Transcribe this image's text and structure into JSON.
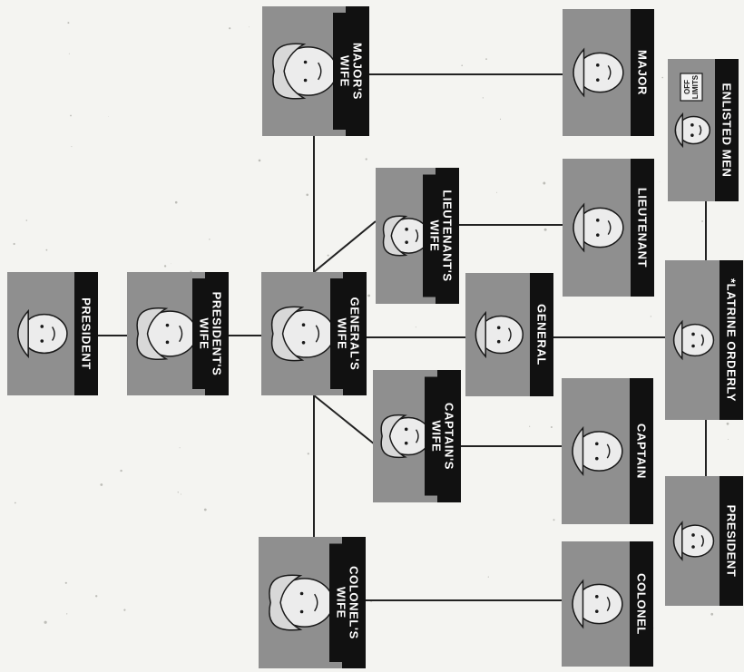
{
  "boxes": [
    {
      "id": "president-top",
      "lines": [
        "PRESIDENT"
      ]
    },
    {
      "id": "presidents-wife",
      "lines": [
        "PRESIDENT'S",
        "WIFE"
      ]
    },
    {
      "id": "generals-wife",
      "lines": [
        "GENERAL'S",
        "WIFE"
      ]
    },
    {
      "id": "majors-wife",
      "lines": [
        "MAJOR'S",
        "WIFE"
      ]
    },
    {
      "id": "lieutenants-wife",
      "lines": [
        "LIEUTENANT'S",
        "WIFE"
      ]
    },
    {
      "id": "captains-wife",
      "lines": [
        "CAPTAIN'S",
        "WIFE"
      ]
    },
    {
      "id": "colonels-wife",
      "lines": [
        "COLONEL'S",
        "WIFE"
      ]
    },
    {
      "id": "general",
      "lines": [
        "GENERAL"
      ]
    },
    {
      "id": "major",
      "lines": [
        "MAJOR"
      ]
    },
    {
      "id": "lieutenant",
      "lines": [
        "LIEUTENANT"
      ]
    },
    {
      "id": "captain",
      "lines": [
        "CAPTAIN"
      ]
    },
    {
      "id": "colonel",
      "lines": [
        "COLONEL"
      ]
    },
    {
      "id": "enlisted-men",
      "lines": [
        "ENLISTED MEN"
      ],
      "sign": [
        "OFF",
        "LIMITS"
      ]
    },
    {
      "id": "latrine-orderly",
      "lines": [
        "*LATRINE ORDERLY"
      ]
    },
    {
      "id": "president-bottom",
      "lines": [
        "PRESIDENT"
      ]
    }
  ],
  "connections": [
    [
      "president-top",
      "presidents-wife"
    ],
    [
      "presidents-wife",
      "generals-wife"
    ],
    [
      "generals-wife",
      "majors-wife"
    ],
    [
      "generals-wife",
      "lieutenants-wife"
    ],
    [
      "generals-wife",
      "captains-wife"
    ],
    [
      "generals-wife",
      "colonels-wife"
    ],
    [
      "generals-wife",
      "general"
    ],
    [
      "majors-wife",
      "major"
    ],
    [
      "lieutenants-wife",
      "lieutenant"
    ],
    [
      "captains-wife",
      "captain"
    ],
    [
      "colonels-wife",
      "colonel"
    ],
    [
      "general",
      "latrine-orderly"
    ],
    [
      "enlisted-men",
      "latrine-orderly"
    ],
    [
      "latrine-orderly",
      "president-bottom"
    ]
  ]
}
